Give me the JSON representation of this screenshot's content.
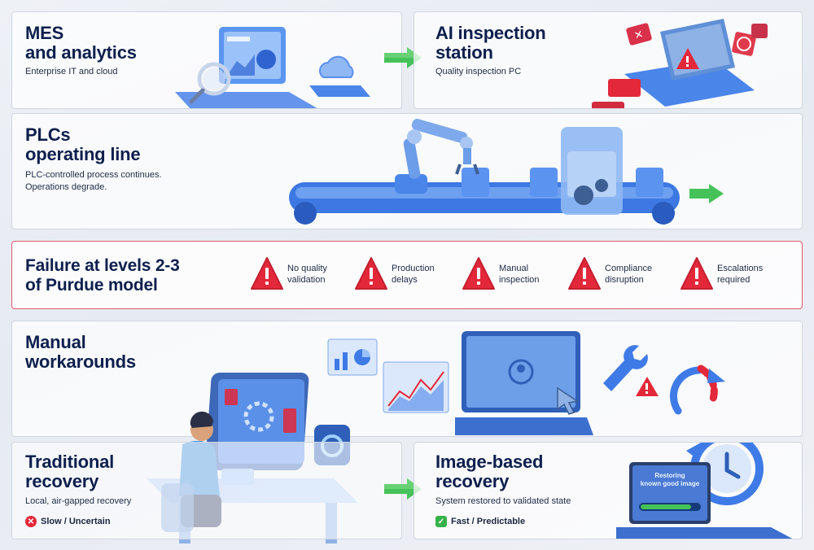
{
  "panels": {
    "mes": {
      "title_line1": "MES",
      "title_line2": "and analytics",
      "subtitle": "Enterprise IT and cloud"
    },
    "ai": {
      "title_line1": "AI inspection",
      "title_line2": "station",
      "subtitle": "Quality inspection PC"
    },
    "plc": {
      "title_line1": "PLCs",
      "title_line2": "operating line",
      "subtitle_line1": "PLC-controlled process continues.",
      "subtitle_line2": "Operations degrade."
    },
    "failure": {
      "title_line1": "Failure at levels 2-3",
      "title_line2": "of Purdue model",
      "items": [
        {
          "label": "No quality\nvalidation"
        },
        {
          "label": "Production\ndelays"
        },
        {
          "label": "Manual\ninspection"
        },
        {
          "label": "Compliance\ndisruption"
        },
        {
          "label": "Escalations\nrequired"
        }
      ]
    },
    "manual": {
      "title_line1": "Manual",
      "title_line2": "workarounds"
    },
    "traditional": {
      "title_line1": "Traditional",
      "title_line2": "recovery",
      "subtitle": "Local, air-gapped recovery",
      "status": "Slow / Uncertain"
    },
    "image": {
      "title_line1": "Image-based",
      "title_line2": "recovery",
      "subtitle": "System restored to validated state",
      "status": "Fast / Predictable",
      "screen_line1": "Restoring",
      "screen_line2": "known good image"
    }
  },
  "colors": {
    "title": "#0d1f4d",
    "accent_blue": "#2d6be0",
    "warning_red": "#e3283a",
    "ok_green": "#36b24a",
    "arrow_green": "#46c25a"
  },
  "icons": [
    "magnifier-icon",
    "cloud-icon",
    "laptop-alert-icon",
    "robot-arm-icon",
    "conveyor-icon",
    "warning-icon",
    "chart-icon",
    "wrench-icon",
    "refresh-icon",
    "clock-restore-icon",
    "person-desk-icon"
  ]
}
